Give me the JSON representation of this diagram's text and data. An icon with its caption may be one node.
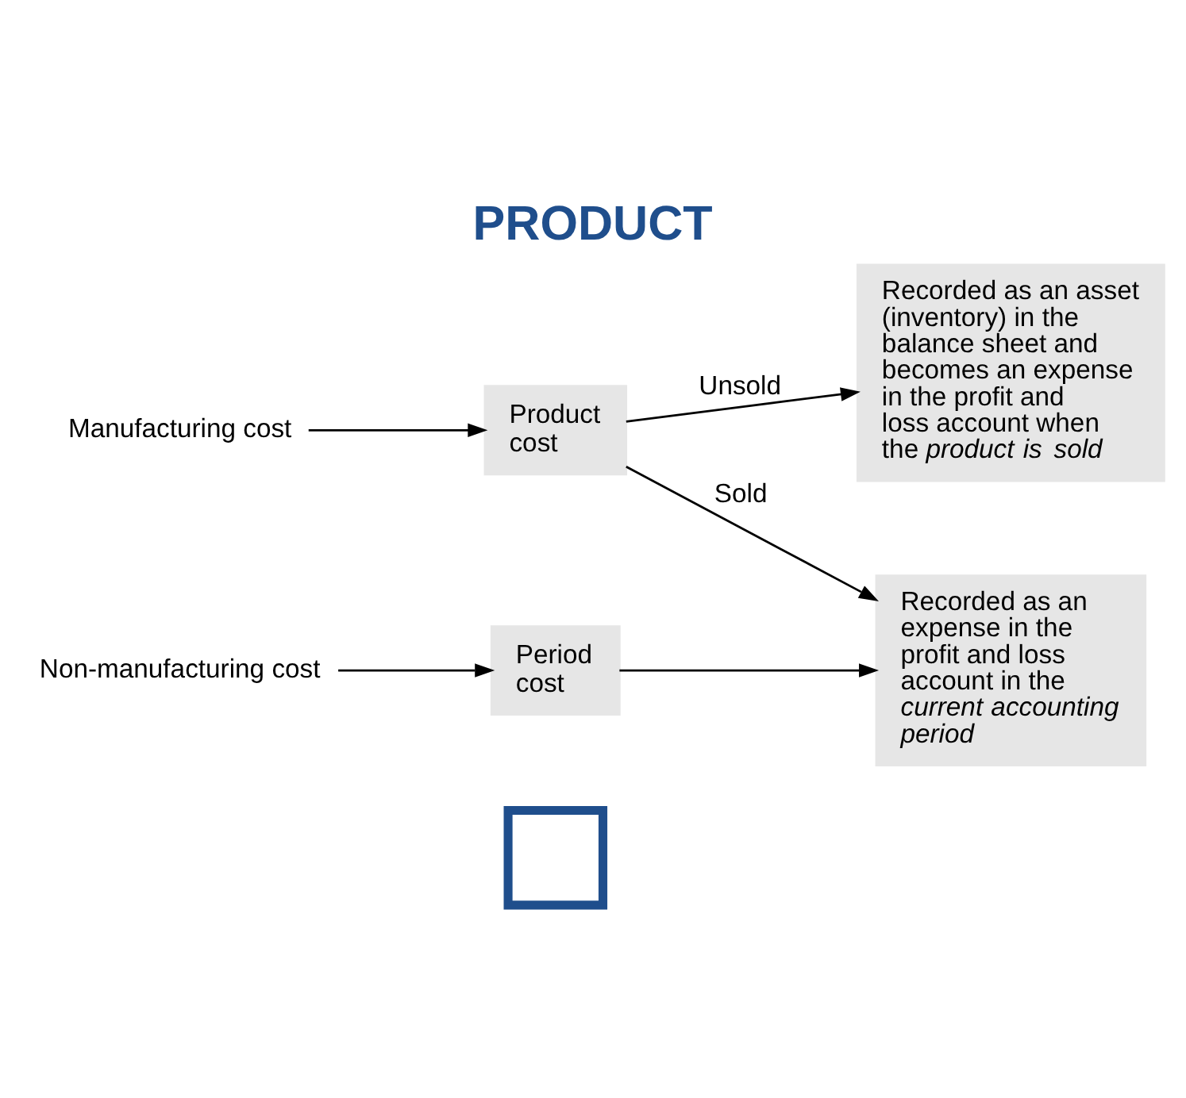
{
  "diagram": {
    "title": "PRODUCT",
    "nodes": [
      {
        "text": [],
        "shape": "box"
      },
      {
        "text": [
          "Manufacturing cost"
        ]
      },
      {
        "text": [
          "Product cost"
        ]
      },
      {
        "text": [
          "Recorded as an asset (inventory) in the balance sheet and becomes an expense in the profit and loss account when the *product is sold*"
        ]
      },
      {
        "text": [
          "Non-manufacturing cost"
        ]
      },
      {
        "text": [
          "Period cost"
        ]
      },
      {
        "text": [
          "Recorded as an expense in the profit and loss account in the *current accounting period*"
        ]
      }
    ],
    "edges": [
      {
        "from": 1,
        "to": 2,
        "arrow": "to"
      },
      {
        "from": 2,
        "to": 3,
        "arrow": "to",
        "label": "Unsold"
      },
      {
        "from": 2,
        "to": 6,
        "arrow": "to",
        "label": "Sold"
      },
      {
        "from": 4,
        "to": 5,
        "arrow": "to"
      },
      {
        "from": 5,
        "to": 6,
        "arrow": "to"
      }
    ]
  }
}
